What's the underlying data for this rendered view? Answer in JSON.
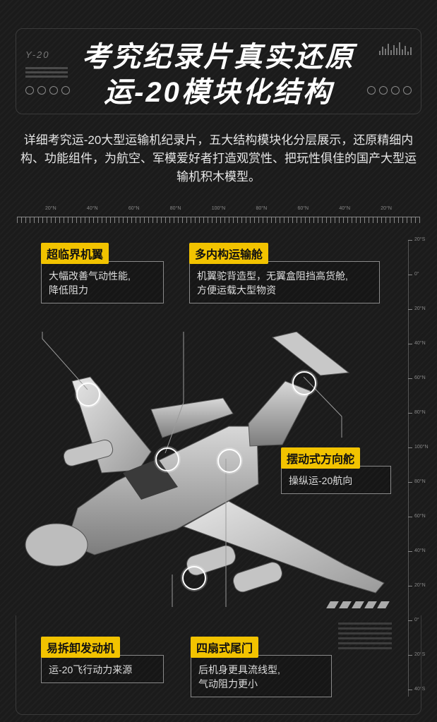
{
  "header": {
    "model_tag": "Y-20",
    "title_line1": "考究纪录片真实还原",
    "title_line2": "运-20模块化结构"
  },
  "intro": {
    "text": "详细考究运-20大型运输机纪录片，五大结构模块化分层展示，还原精细内构、功能组件，为航空、军模爱好者打造观赏性、把玩性俱佳的国产大型运输机积木模型。"
  },
  "ruler": {
    "labels": [
      "20°N",
      "40°N",
      "60°N",
      "80°N",
      "100°N",
      "80°N",
      "60°N",
      "40°N",
      "20°N"
    ]
  },
  "scale_right": {
    "labels": [
      "20°S",
      "0°",
      "20°N",
      "40°N",
      "60°N",
      "80°N",
      "100°N",
      "80°N",
      "60°N",
      "40°N",
      "20°N",
      "0°",
      "20°S",
      "40°S"
    ]
  },
  "callouts": {
    "wing": {
      "label": "超临界机翼",
      "desc_line1": "大幅改善气动性能,",
      "desc_line2": "降低阻力"
    },
    "cabin": {
      "label": "多内构运输舱",
      "desc_line1": "机翼驼背造型，无翼盒阻挡高货舱,",
      "desc_line2": "方便运载大型物资"
    },
    "rudder": {
      "label": "摆动式方向舵",
      "desc_line1": "操纵运-20航向",
      "desc_line2": ""
    },
    "engine": {
      "label": "易拆卸发动机",
      "desc_line1": "运-20飞行动力来源",
      "desc_line2": ""
    },
    "tail_door": {
      "label": "四扇式尾门",
      "desc_line1": "后机身更具流线型,",
      "desc_line2": "气动阻力更小"
    }
  },
  "colors": {
    "accent": "#f2c300",
    "background": "#1b1b1b"
  }
}
